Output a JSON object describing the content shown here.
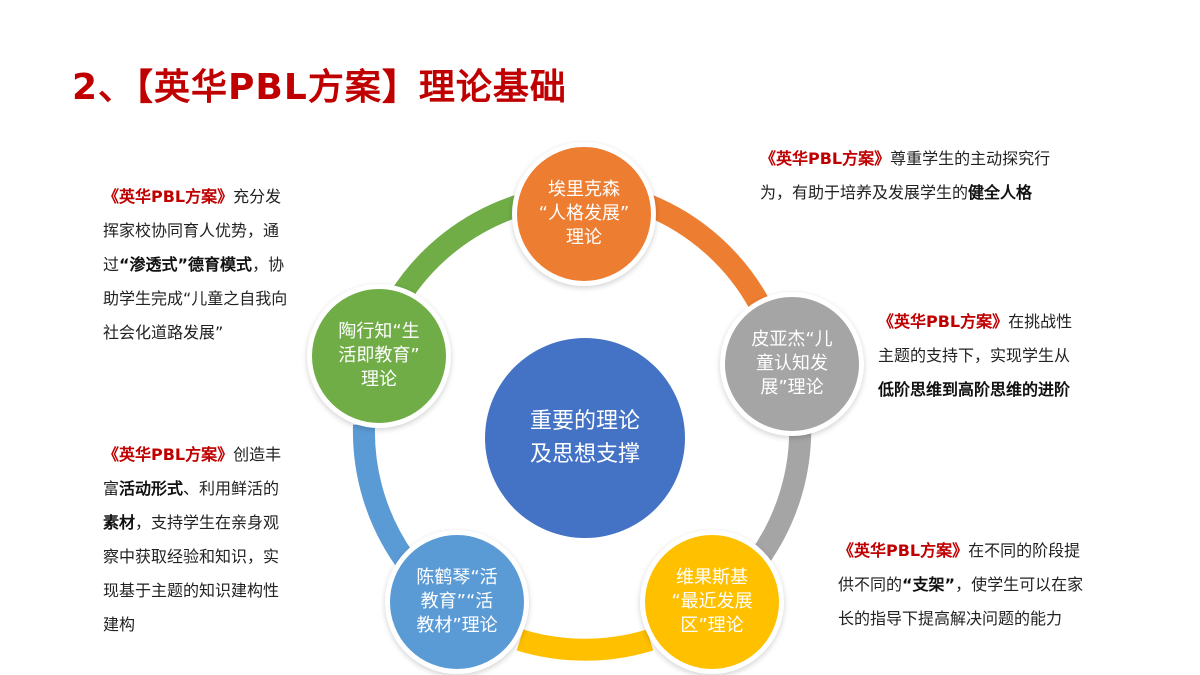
{
  "title": "2、【英华PBL方案】理论基础",
  "brand": "《英华PBL方案》",
  "center": {
    "line1": "重要的理论",
    "line2": "及思想支撑"
  },
  "nodes": [
    {
      "line1": "埃里克森",
      "line2": "“人格发展”",
      "line3": "理论",
      "color": "#ed7d31"
    },
    {
      "line1": "皮亚杰“儿",
      "line2": "童认知发",
      "line3": "展”理论",
      "color": "#a5a5a5"
    },
    {
      "line1": "维果斯基",
      "line2": "“最近发展",
      "line3": "区”理论",
      "color": "#ffc000"
    },
    {
      "line1": "陈鹤琴“活",
      "line2": "教育”“活",
      "line3": "教材”理论",
      "color": "#5b9bd5"
    },
    {
      "line1": "陶行知“生",
      "line2": "活即教育”",
      "line3": "理论",
      "color": "#70ad47"
    }
  ],
  "texts": {
    "topright": {
      "l1": "尊重学生的主动探究行",
      "l2a": "为，有助于培养及发展学生的",
      "l2b": "健全人格"
    },
    "midright": {
      "l1": "在挑战性",
      "l2": "主题的支持下，实现学生从",
      "l3": "低阶思维到高阶思维的进阶"
    },
    "botright": {
      "l1": "在不同的阶段提",
      "l2a": "供不同的",
      "l2b": "“支架”",
      "l2c": "，使学生可以在家",
      "l3": "长的指导下提高解决问题的能力"
    },
    "topleft": {
      "l1": "充分发",
      "l2": "挥家校协同育人优势，通",
      "l3a": "过",
      "l3b": "“渗透式”德育模式",
      "l3c": "，协",
      "l4": "助学生完成“儿童之自我向",
      "l5": "社会化道路发展”"
    },
    "botleft": {
      "l1": "创造丰",
      "l2a": "富",
      "l2b": "活动形式",
      "l2c": "、利用鲜活的",
      "l3a": "素材",
      "l3b": "，支持学生在亲身观",
      "l4": "察中获取经验和知识，实",
      "l5": "现基于主题的知识建构性",
      "l6": "建构"
    }
  }
}
